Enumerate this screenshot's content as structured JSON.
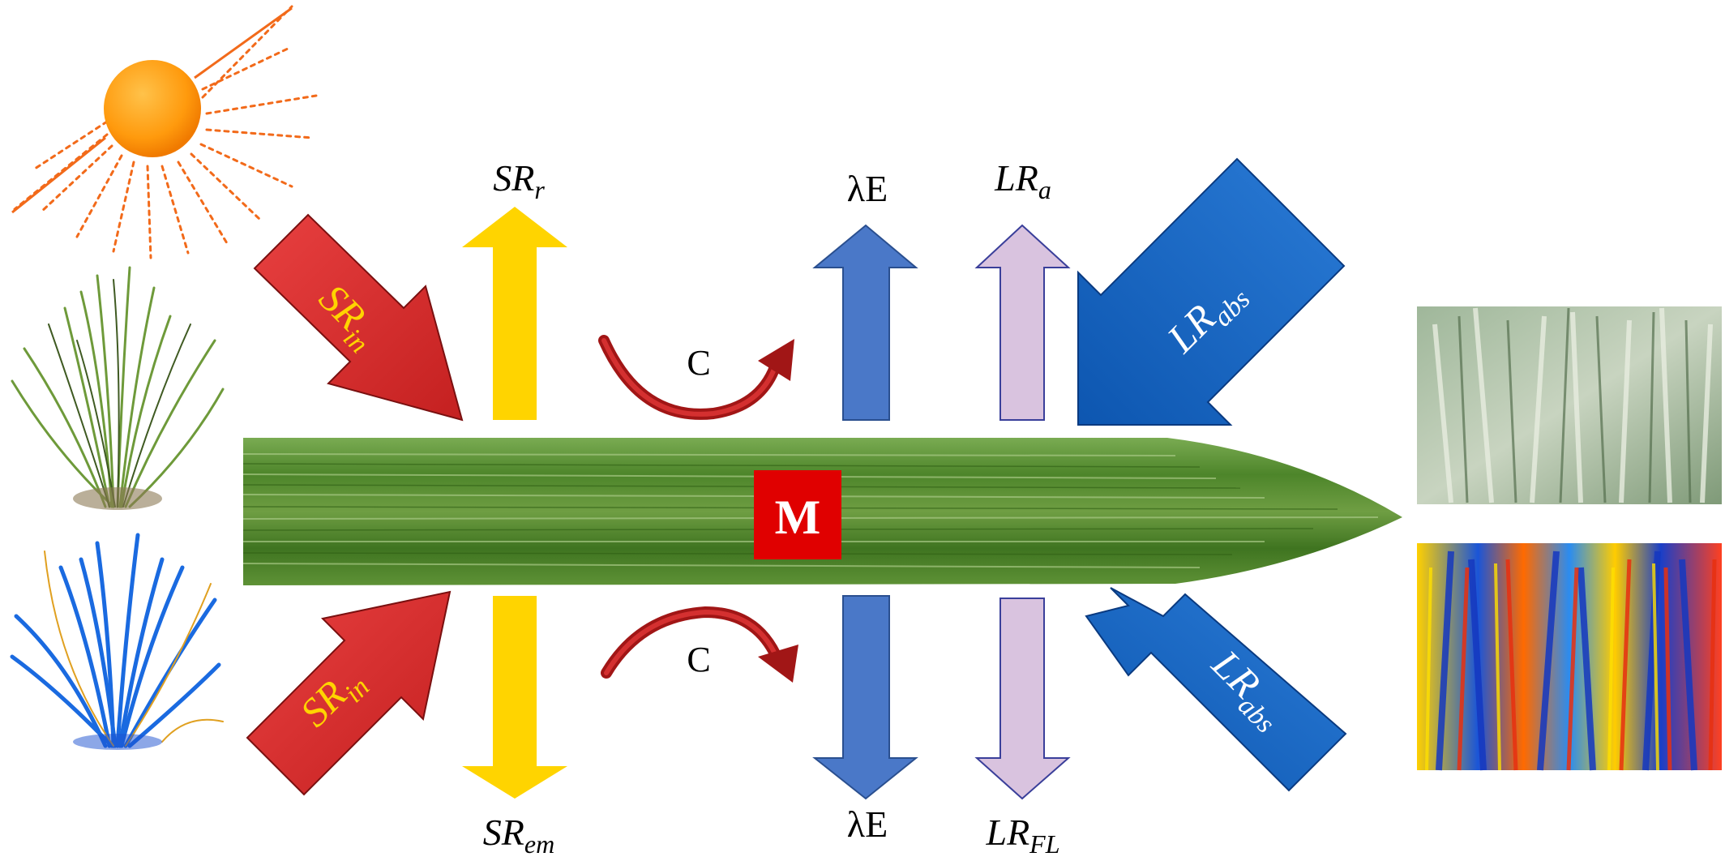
{
  "labels": {
    "sr_in_top": {
      "main": "SR",
      "sub": "in"
    },
    "sr_in_bottom": {
      "main": "SR",
      "sub": "in"
    },
    "sr_r": {
      "main": "SR",
      "sub": "r"
    },
    "sr_em": {
      "main": "SR",
      "sub": "em"
    },
    "le_top": "λE",
    "le_bottom": "λE",
    "lr_a": {
      "main": "LR",
      "sub": "a"
    },
    "lr_fl": {
      "main": "LR",
      "sub": "FL"
    },
    "lr_abs_top": {
      "main": "LR",
      "sub": "abs"
    },
    "lr_abs_bottom": {
      "main": "LR",
      "sub": "abs"
    },
    "c_top": "C",
    "c_bottom": "C",
    "m_box": "M"
  },
  "colors": {
    "sr_in": "#d93030",
    "sr_reflect": "#ffd400",
    "latent": "#4a78c8",
    "lr_a": "#d9c3df",
    "lr_abs": "#1a66c2",
    "m_box": "#e00000",
    "sun": "#ff9a0d",
    "leaf": "#4f8a2a"
  }
}
